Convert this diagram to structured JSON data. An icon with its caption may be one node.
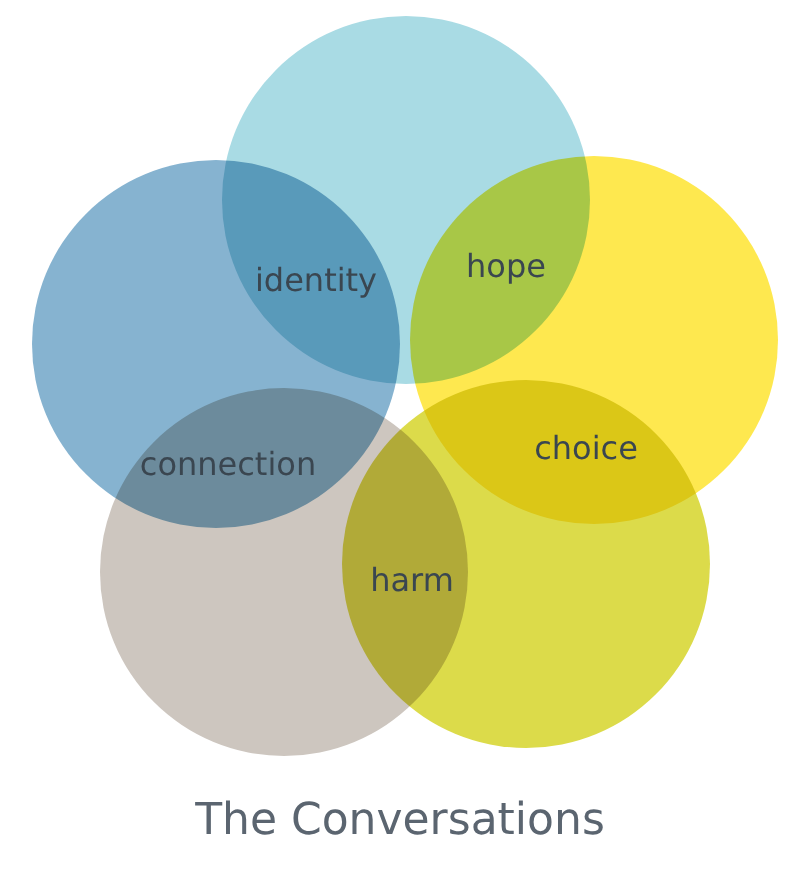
{
  "diagram": {
    "caption": "The Conversations",
    "nodes": [
      {
        "text": [],
        "shape": "circle"
      },
      {
        "text": [],
        "shape": "circle"
      },
      {
        "text": [],
        "shape": "circle"
      },
      {
        "text": [],
        "shape": "circle"
      },
      {
        "text": [],
        "shape": "circle"
      }
    ],
    "edges": [],
    "labels": [
      "identity",
      "hope",
      "connection",
      "choice",
      "harm"
    ]
  }
}
